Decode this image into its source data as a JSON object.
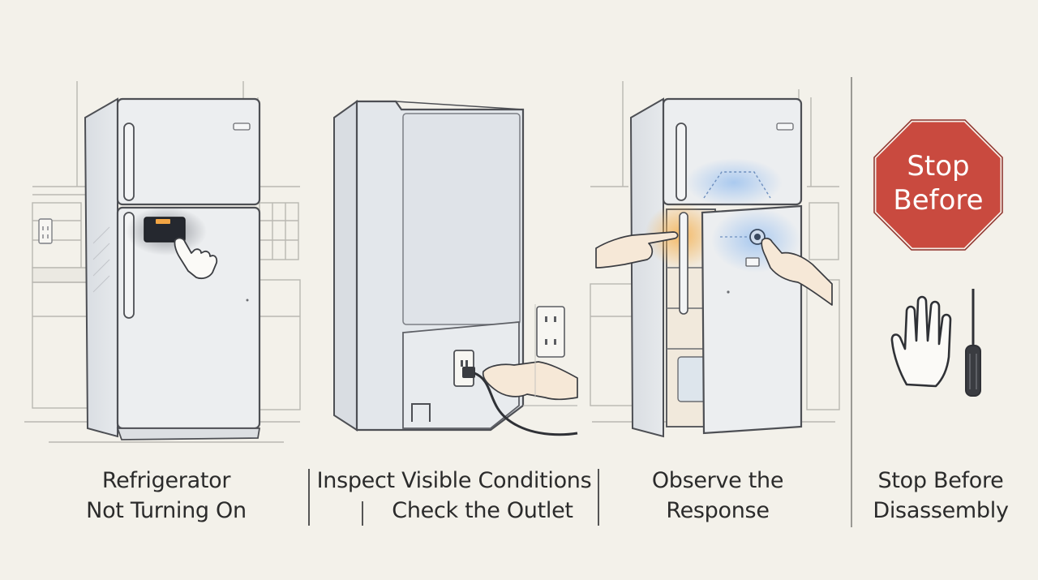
{
  "panels": [
    {
      "caption_line1": "Refrigerator",
      "caption_line2": "Not Turning On"
    },
    {
      "caption_line1": "Inspect Visible Conditions",
      "caption_line2": "Check the Outlet"
    },
    {
      "caption_line1": "Observe the",
      "caption_line2": "Response"
    },
    {
      "caption_line1": "Stop Before",
      "caption_line2": "Disassembly"
    }
  ],
  "stop_sign": {
    "line1": "Stop",
    "line2": "Before"
  },
  "colors": {
    "background": "#f3f1ea",
    "fridge_fill": "#eceef0",
    "outline": "#4d4f54",
    "stop_red": "#c94a3f",
    "glow_blue": "#9ec3ef",
    "glow_orange": "#f4b357"
  },
  "icons": [
    "fridge-icon",
    "pointing-hand-icon",
    "outlet-icon",
    "power-plug-icon",
    "stop-sign-icon",
    "raised-hand-icon",
    "screwdriver-icon"
  ]
}
